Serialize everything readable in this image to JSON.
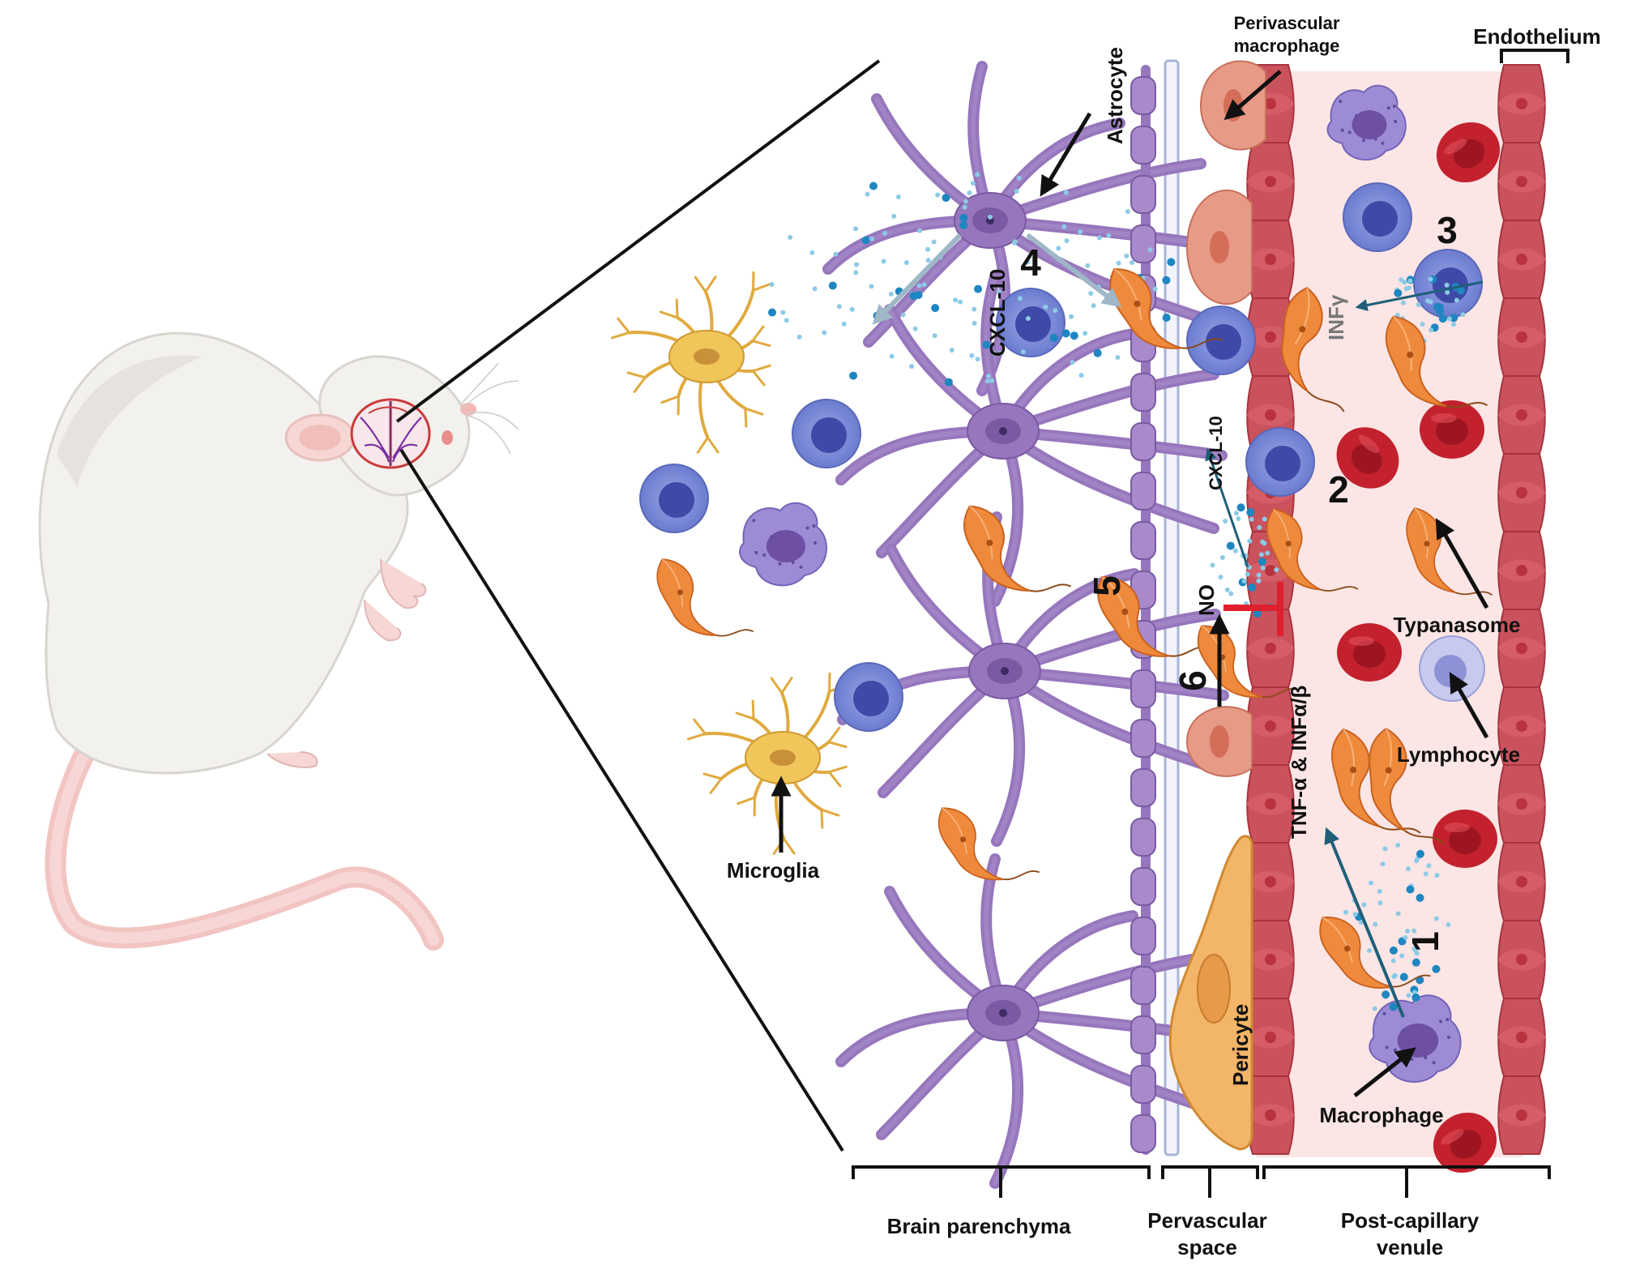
{
  "labels": {
    "perivascular_macrophage_line1": "Perivascular",
    "perivascular_macrophage_line2": "macrophage",
    "endothelium": "Endothelium",
    "astrocyte": "Astrocyte",
    "cxcl10_a": "CXCL-10",
    "cxcl10_b": "CXCL-10",
    "infy": "INFγ",
    "no": "NO",
    "tnf": "TNF-α & INFα/β",
    "trypanosome": "Typanasome",
    "lymphocyte": "Lymphocyte",
    "microglia": "Microglia",
    "macrophage": "Macrophage",
    "pericyte": "Pericyte"
  },
  "steps": [
    "1",
    "2",
    "3",
    "4",
    "5",
    "6"
  ],
  "regions": {
    "brain_parenchyma": "Brain parenchyma",
    "perivascular_space_line1": "Pervascular",
    "perivascular_space_line2": "space",
    "venule_line1": "Post-capillary",
    "venule_line2": "venule"
  },
  "colors": {
    "astrocyte": "#9676bc",
    "endothelium": "#c9525c",
    "venule_bg": "#fbe3e3",
    "rbc": "#c3212e",
    "lymphocyte": "#7b8bd6",
    "microglia": "#f0c55a",
    "trypanosome": "#ef8a3c",
    "pericyte": "#f3b567",
    "chemokine": "#3aa0d0",
    "inhibit": "#e0202c"
  }
}
